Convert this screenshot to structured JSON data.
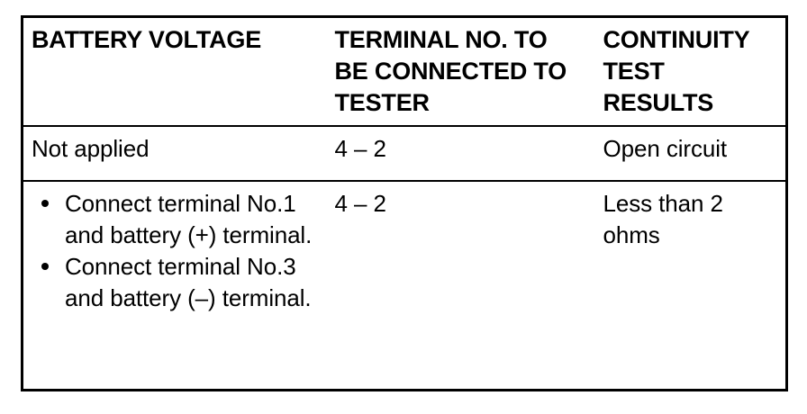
{
  "table": {
    "columns": [
      {
        "id": "battery-voltage",
        "header": "BATTERY VOLTAGE"
      },
      {
        "id": "terminal-no",
        "header": "TERMINAL NO. TO BE CONNECTED TO TESTER"
      },
      {
        "id": "continuity-result",
        "header": "CONTINUITY TEST RESULTS"
      }
    ],
    "rows": [
      {
        "id": "row-not-applied",
        "battery_voltage": "Not applied",
        "terminal_no": "4 – 2",
        "continuity_result": "Open circuit"
      },
      {
        "id": "row-applied",
        "battery_voltage_bullets": [
          "Connect terminal No.1 and battery (+) terminal.",
          "Connect terminal No.3 and battery (–) terminal."
        ],
        "terminal_no": "4 – 2",
        "continuity_result": "Less than 2 ohms"
      }
    ]
  },
  "style": {
    "ink": "#000000",
    "paper": "#ffffff"
  }
}
